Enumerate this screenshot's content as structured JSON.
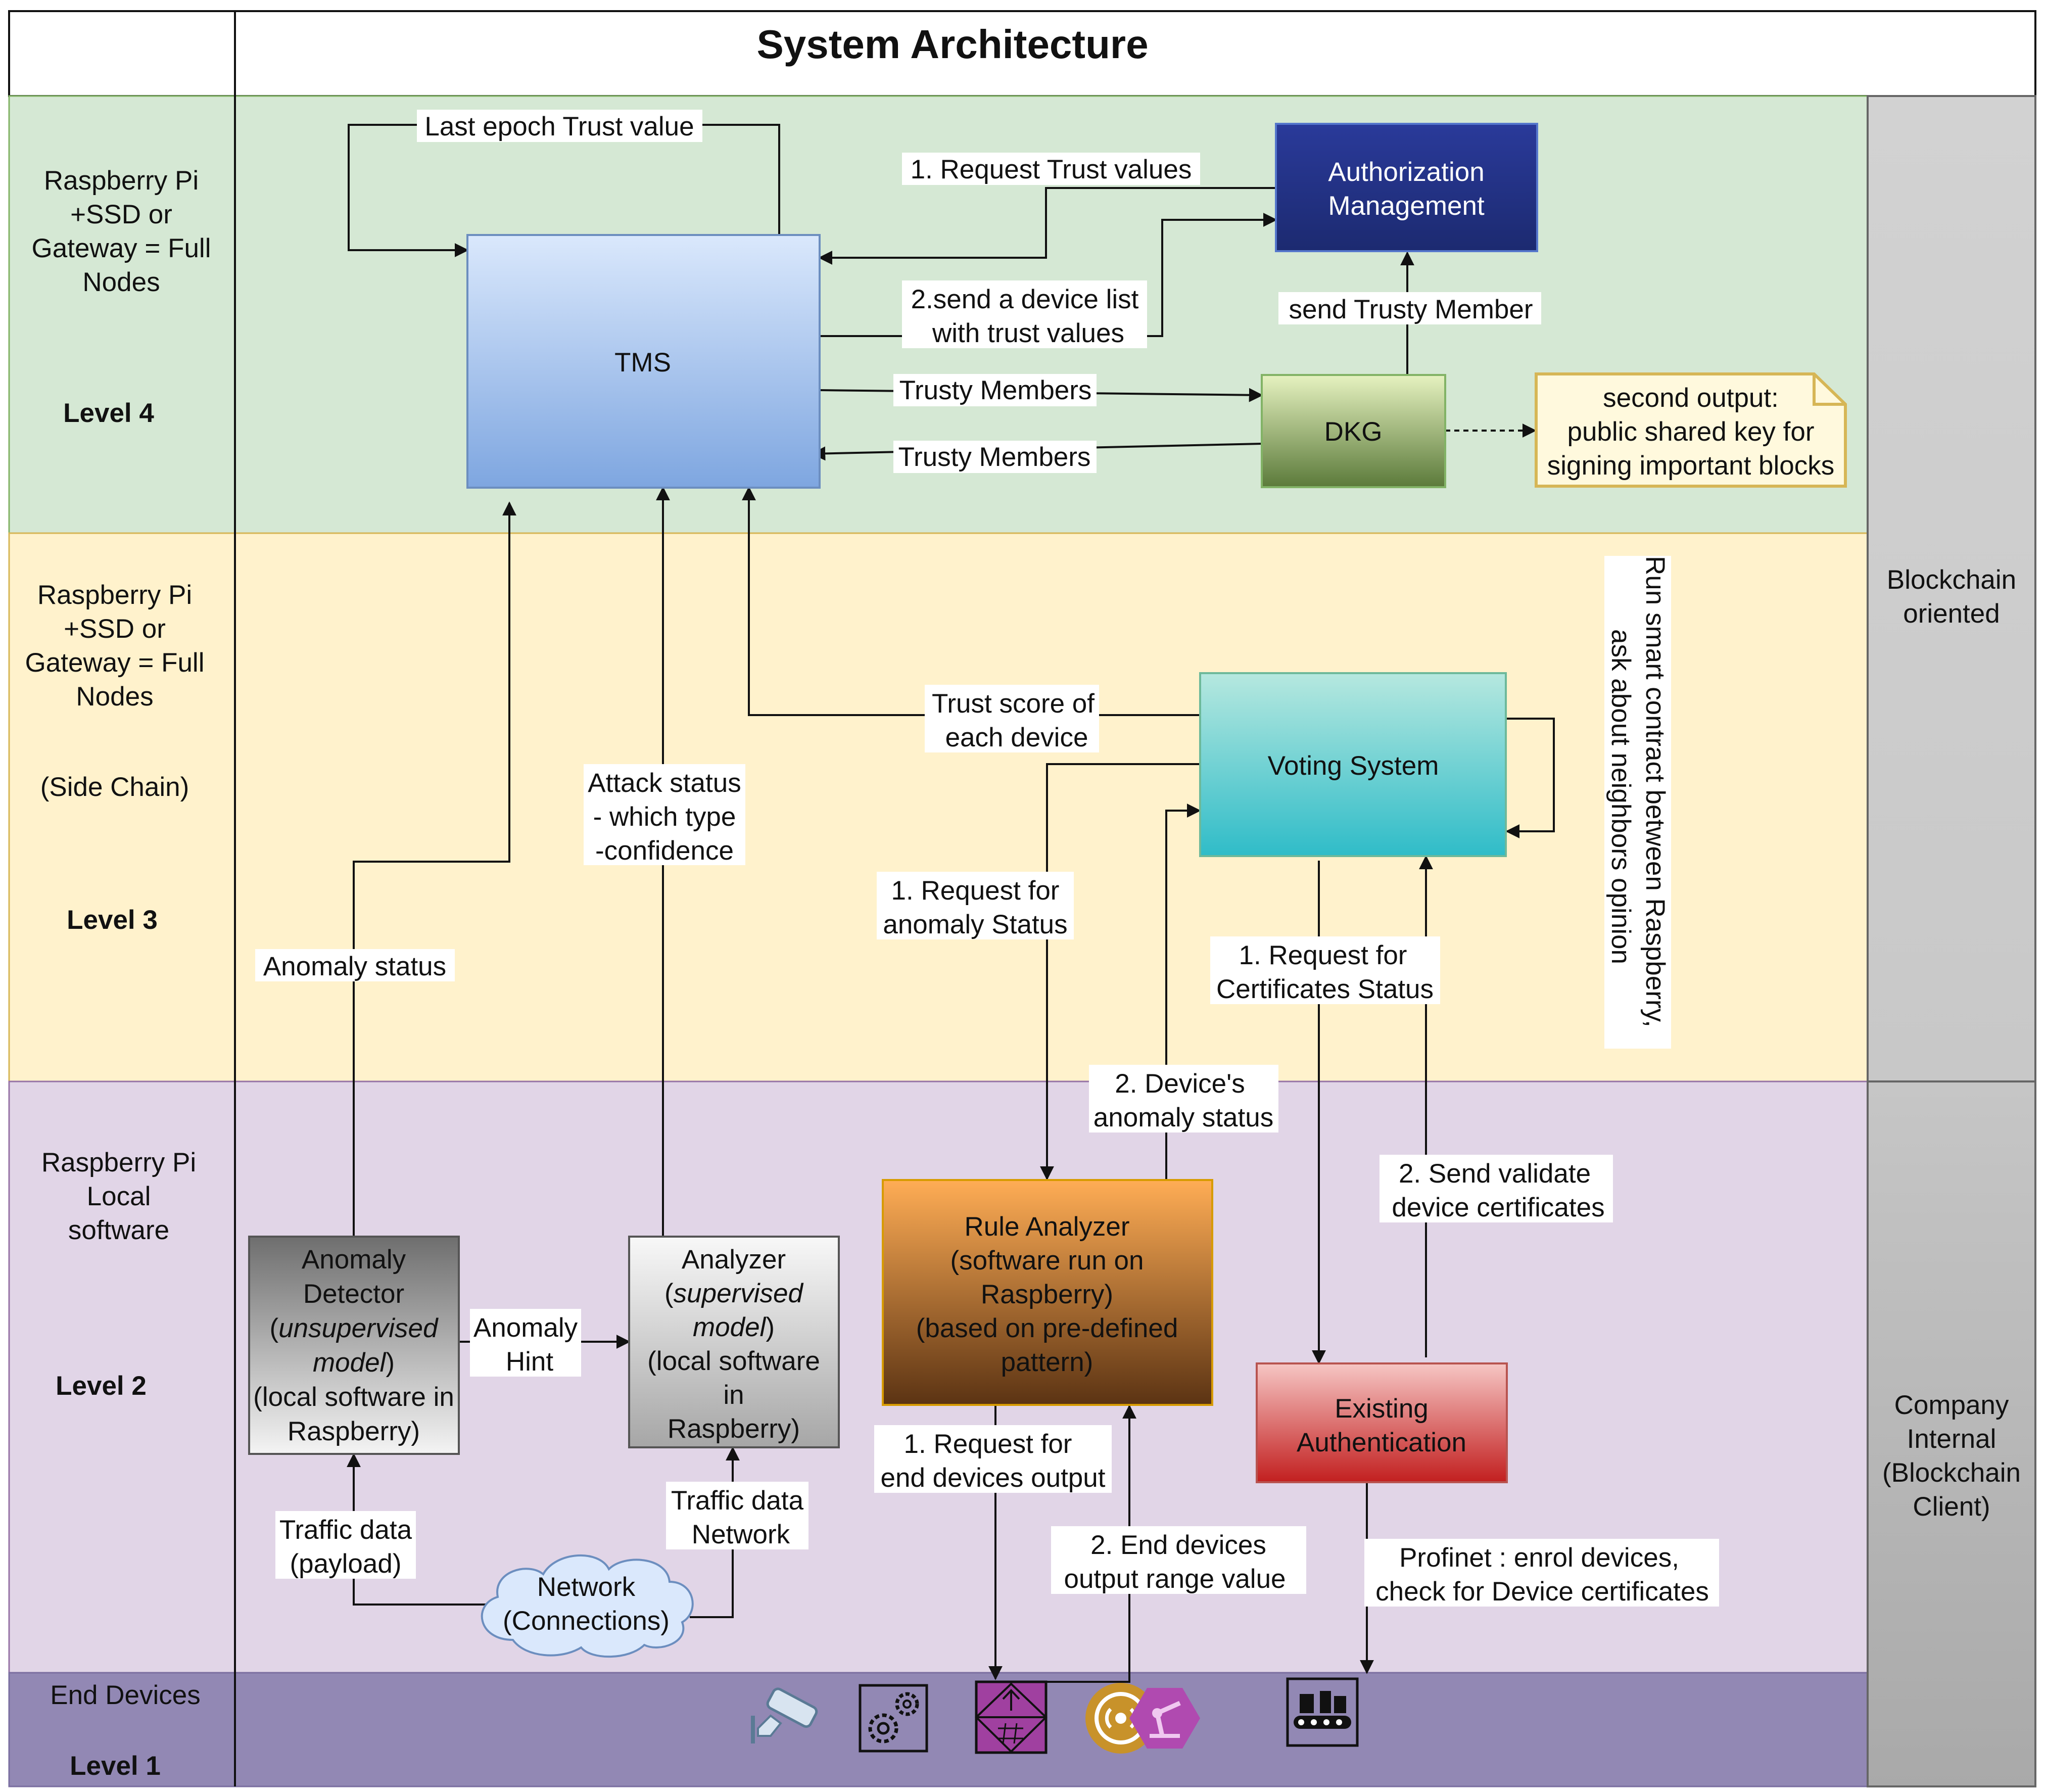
{
  "title": "System Architecture",
  "colors": {
    "level4_band": "#d5e8d4",
    "level3_band": "#fff2cc",
    "level2_band": "#e1d5e7",
    "level1_band": "#9288b4",
    "side_column": "#cccccc",
    "auth_management": "#223388",
    "dkg_box": "#9bb26b",
    "note_border": "#d6b656",
    "voting_system": "#30c0c8",
    "rule_analyzer": "#c77a2a",
    "existing_auth": "#d8443e"
  },
  "rows": {
    "level4": {
      "desc": [
        "Raspberry Pi",
        "+SSD or",
        "Gateway = Full",
        "Nodes"
      ],
      "level": "Level 4"
    },
    "level3": {
      "desc": [
        "Raspberry Pi",
        "+SSD or",
        "Gateway = Full",
        "Nodes"
      ],
      "side_chain": "(Side Chain)",
      "level": "Level 3"
    },
    "level2": {
      "desc": [
        "Raspberry Pi",
        "Local",
        "software"
      ],
      "level": "Level 2"
    },
    "level1": {
      "desc": "End Devices",
      "level": "Level 1"
    }
  },
  "side": {
    "blockchain": [
      "Blockchain",
      "oriented"
    ],
    "company": [
      "Company",
      "Internal",
      "(Blockchain",
      "Client)"
    ]
  },
  "nodes": {
    "tms": "TMS",
    "auth": [
      "Authorization",
      "Management"
    ],
    "dkg": "DKG",
    "note": [
      "second output:",
      "public shared key for",
      "signing important blocks"
    ],
    "voting": "Voting System",
    "anomaly_detector": [
      "Anomaly",
      "Detector",
      "(",
      "unsupervised",
      "model",
      ")",
      "(local software in",
      "Raspberry)"
    ],
    "analyzer": [
      "Analyzer",
      "(",
      "supervised",
      "model",
      ")",
      "(local software",
      "in",
      "Raspberry)"
    ],
    "rule_analyzer": [
      "Rule Analyzer",
      "(software run on",
      "Raspberry)",
      "(based on pre-defined",
      "pattern)"
    ],
    "existing_auth": [
      "Existing",
      "Authentication"
    ],
    "network": [
      "Network",
      "(Connections)"
    ]
  },
  "edges": {
    "last_epoch": "Last epoch Trust value",
    "request_trust": "1. Request Trust values",
    "send_list": [
      "2.send a device list",
      "with trust values"
    ],
    "send_trusty": "send Trusty Member",
    "trusty_members_1": "Trusty Members",
    "trusty_members_2": "Trusty Members",
    "trust_score": [
      "Trust score of",
      "each device"
    ],
    "attack_status": [
      "Attack status",
      "- which type",
      "-confidence"
    ],
    "anomaly_status": "Anomaly status",
    "req_anomaly": [
      "1. Request for",
      "anomaly Status"
    ],
    "req_cert": [
      "1. Request for",
      "Certificates Status"
    ],
    "dev_anomaly": [
      "2. Device's",
      "anomaly status"
    ],
    "send_validate": [
      "2. Send validate",
      "device certificates"
    ],
    "smart_contract": [
      "Run smart contract between Raspberry,",
      "ask about neighbors opinion"
    ],
    "anomaly_hint": [
      "Anomaly",
      "Hint"
    ],
    "traffic_payload": [
      "Traffic data",
      "(payload)"
    ],
    "traffic_network": [
      "Traffic data",
      "Network"
    ],
    "req_end": [
      "1. Request for",
      "end devices output"
    ],
    "end_range": [
      "2. End devices",
      "output range value"
    ],
    "profinet": [
      "Profinet : enrol devices,",
      "check for Device certificates"
    ]
  },
  "devices": [
    "camera-icon",
    "gears-icon",
    "plc-module-icon",
    "wireless-sensor-icon",
    "robot-arm-icon",
    "conveyor-icon"
  ]
}
